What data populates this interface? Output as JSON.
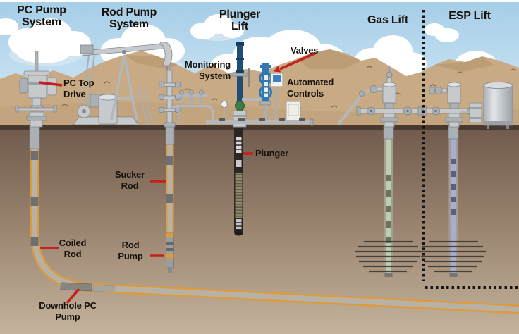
{
  "systems": {
    "pc_pump": {
      "title_line1": "PC Pump",
      "title_line2": "System"
    },
    "rod_pump": {
      "title_line1": "Rod Pump",
      "title_line2": "System"
    },
    "plunger_lift": {
      "title_line1": "Plunger",
      "title_line2": "Lift"
    },
    "gas_lift": {
      "title": "Gas Lift"
    },
    "esp_lift": {
      "title": "ESP Lift"
    }
  },
  "callouts": {
    "pc_top_drive": {
      "line1": "PC Top",
      "line2": "Drive"
    },
    "monitoring_system": {
      "line1": "Monitoring",
      "line2": "System"
    },
    "valves": {
      "label": "Valves"
    },
    "automated_controls": {
      "line1": "Automated",
      "line2": "Controls"
    },
    "plunger": {
      "label": "Plunger"
    },
    "sucker_rod": {
      "line1": "Sucker",
      "line2": "Rod"
    },
    "coiled_rod": {
      "line1": "Coiled",
      "line2": "Rod"
    },
    "rod_pump": {
      "line1": "Rod",
      "line2": "Pump"
    },
    "downhole_pc_pump": {
      "line1": "Downhole PC",
      "line2": "Pump"
    }
  },
  "colors": {
    "sky": "#aed3ea",
    "cloud": "#ffffff",
    "cloudShade": "#d2e4f0",
    "hill": "#c8aa85",
    "hillShade": "#b08f68",
    "surfaceLine": "#4a392f",
    "soilTop": "#6f5a4c",
    "soilBottom": "#c4b39c",
    "labelText": "#17110c",
    "arrowRed": "#c4201d",
    "casingOrange": "#dd9b3c",
    "steel": "#c6cacd",
    "lubricatorBlue": "#1e4d75",
    "valveBlue": "#2f77b5",
    "valveGreen": "#3f7c46",
    "gasTubeGreen": "#b9cfae",
    "espTubePurple": "#a7aed2",
    "plungerDark": "#2a2623",
    "fracture": "#3f3931",
    "dotted": "#141414"
  }
}
